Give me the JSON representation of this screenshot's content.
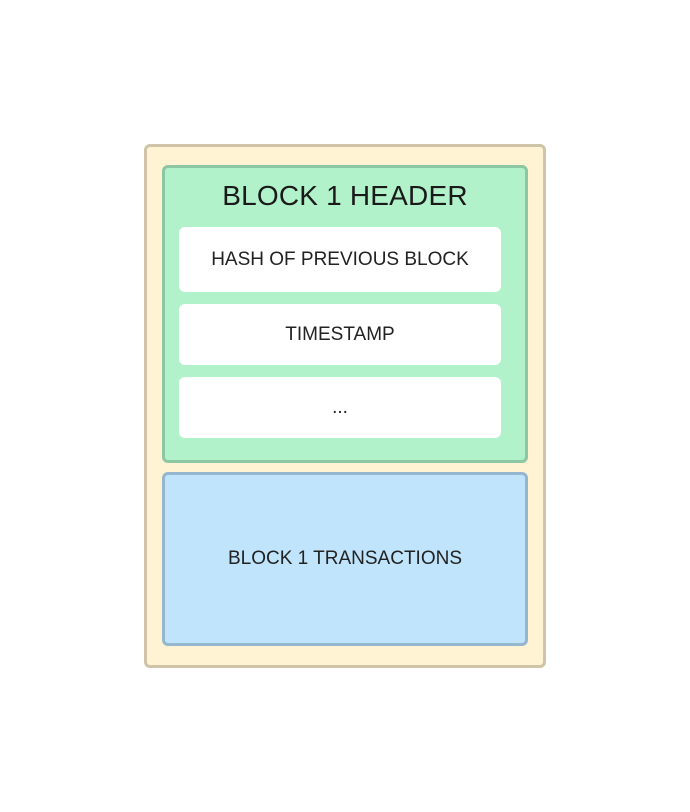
{
  "block": {
    "header": {
      "title": "BLOCK 1 HEADER",
      "fields": [
        "HASH OF PREVIOUS BLOCK",
        "TIMESTAMP",
        "..."
      ]
    },
    "transactions_label": "BLOCK 1 TRANSACTIONS"
  },
  "colors": {
    "block_fill": "#fff3d4",
    "block_border": "#cfc3a8",
    "header_fill": "#b1f2cb",
    "header_border": "#8cc6a2",
    "field_fill": "#ffffff",
    "transactions_fill": "#c0e4fb",
    "transactions_border": "#95b6cf"
  }
}
